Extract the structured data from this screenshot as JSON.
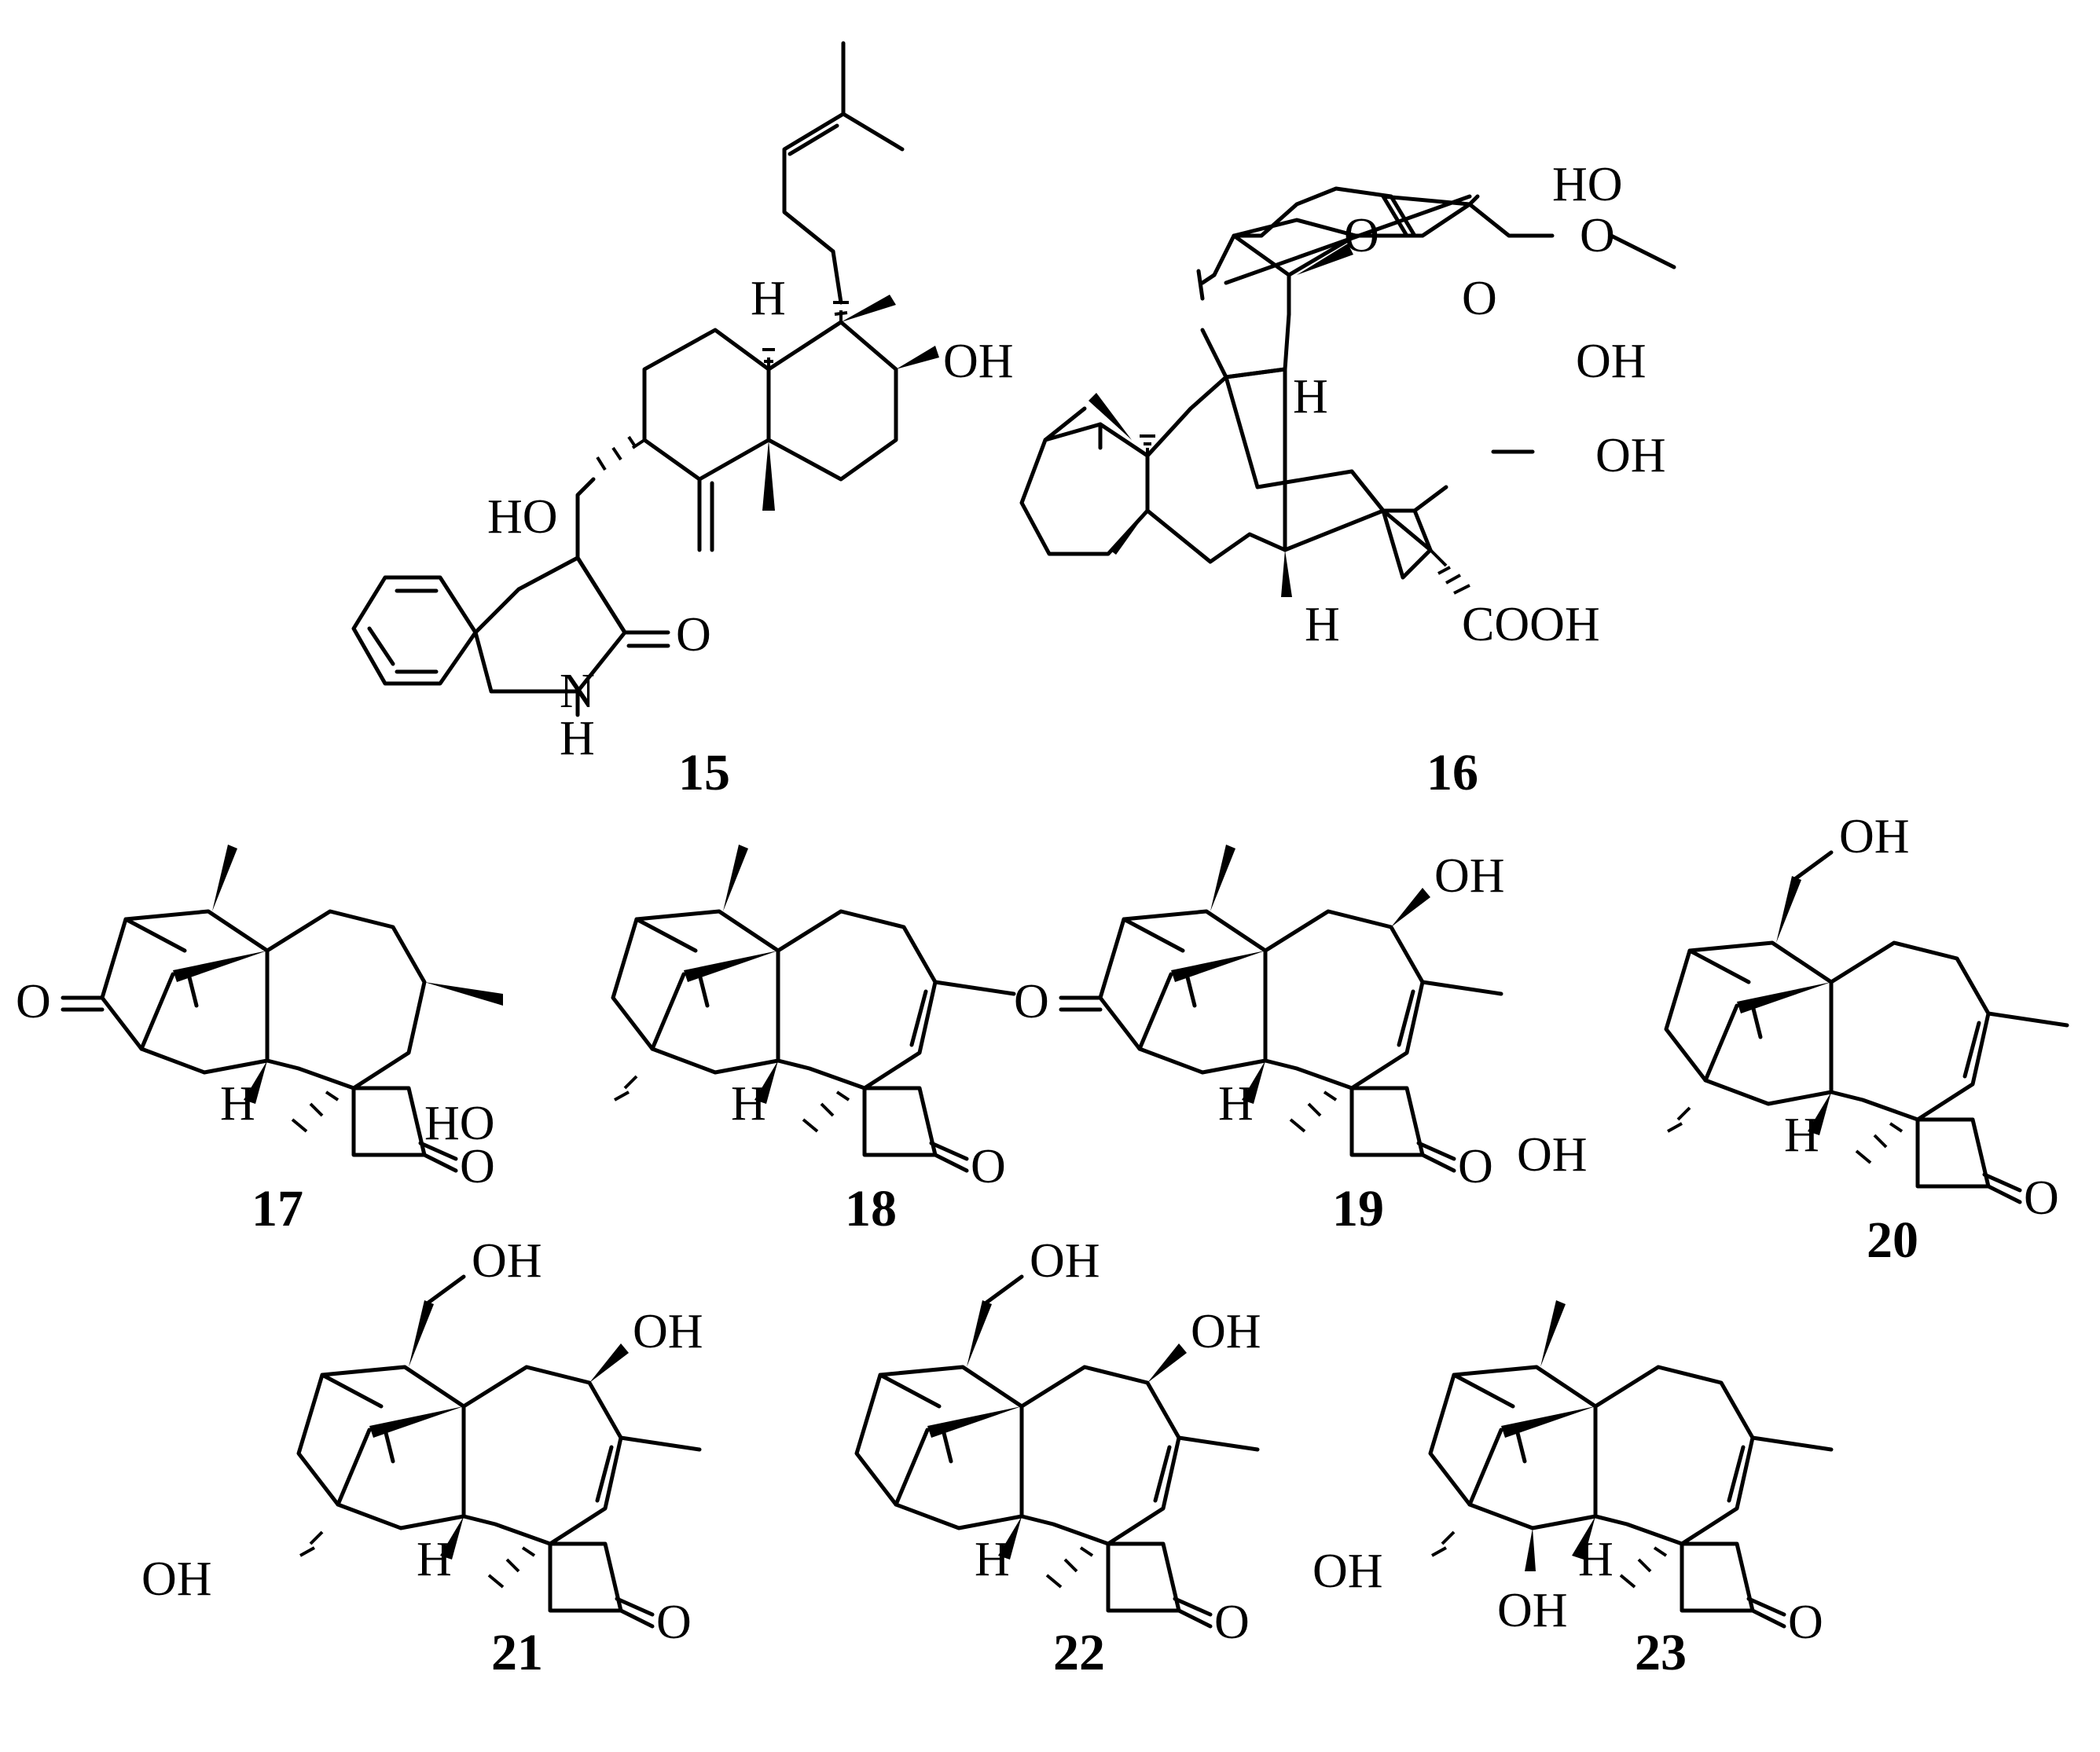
{
  "compounds": [
    {
      "label": "15",
      "atoms": {
        "oh1": "OH",
        "ho1": "HO",
        "o1": "O",
        "n1": "N",
        "h1": "H",
        "h2": "H"
      }
    },
    {
      "label": "16",
      "atoms": {
        "ho1": "HO",
        "o1": "O",
        "o2": "O",
        "o3": "O",
        "oh1": "OH",
        "oh2": "OH",
        "h1": "H",
        "h2": "H",
        "cooh": "COOH"
      }
    },
    {
      "label": "17",
      "atoms": {
        "o1": "O",
        "o2": "O",
        "h1": "H"
      }
    },
    {
      "label": "18",
      "atoms": {
        "ho1": "HO",
        "o1": "O",
        "h1": "H"
      }
    },
    {
      "label": "19",
      "atoms": {
        "o1": "O",
        "oh1": "OH",
        "o2": "O",
        "h1": "H"
      }
    },
    {
      "label": "20",
      "atoms": {
        "oh1": "OH",
        "oh2": "OH",
        "o1": "O",
        "h1": "H"
      }
    },
    {
      "label": "21",
      "atoms": {
        "oh1": "OH",
        "oh2": "OH",
        "oh3": "OH",
        "o1": "O",
        "h1": "H"
      }
    },
    {
      "label": "22",
      "atoms": {
        "oh1": "OH",
        "oh2": "OH",
        "o1": "O",
        "h1": "H"
      }
    },
    {
      "label": "23",
      "atoms": {
        "oh1": "OH",
        "oh2": "OH",
        "o1": "O",
        "h1": "H"
      }
    }
  ]
}
